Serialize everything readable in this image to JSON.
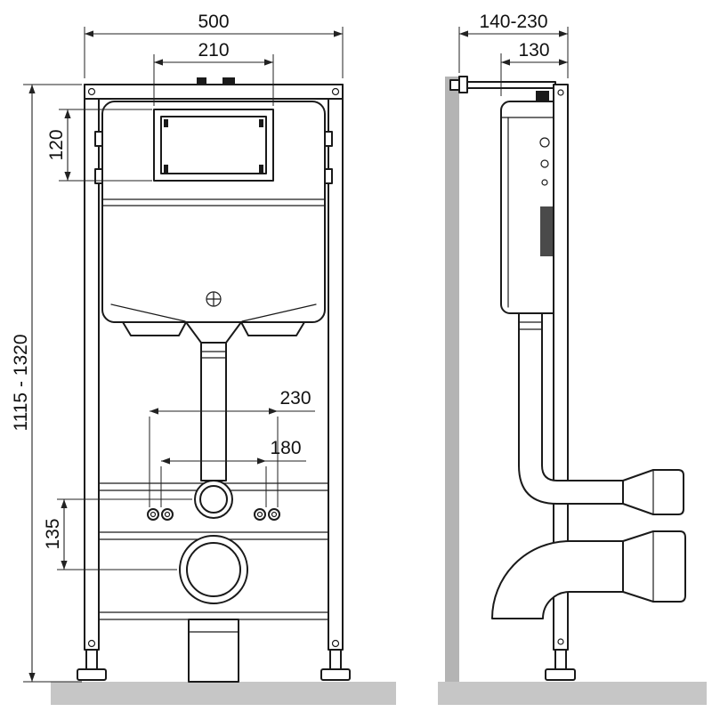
{
  "colors": {
    "line": "#1a1a1a",
    "dimension": "#222222",
    "floor": "#c6c6c6",
    "wall": "#b4b4b4",
    "valve": "#4a4a4a"
  },
  "front_view": {
    "dims": {
      "overall_width": "500",
      "flush_plate_width": "210",
      "flush_plate_height": "120",
      "install_height_range": "1115 - 1320",
      "fixing_span_outer": "230",
      "fixing_span_inner": "180",
      "outlet_offset": "135"
    }
  },
  "side_view": {
    "dims": {
      "wall_distance_range": "140-230",
      "frame_depth": "130"
    }
  }
}
